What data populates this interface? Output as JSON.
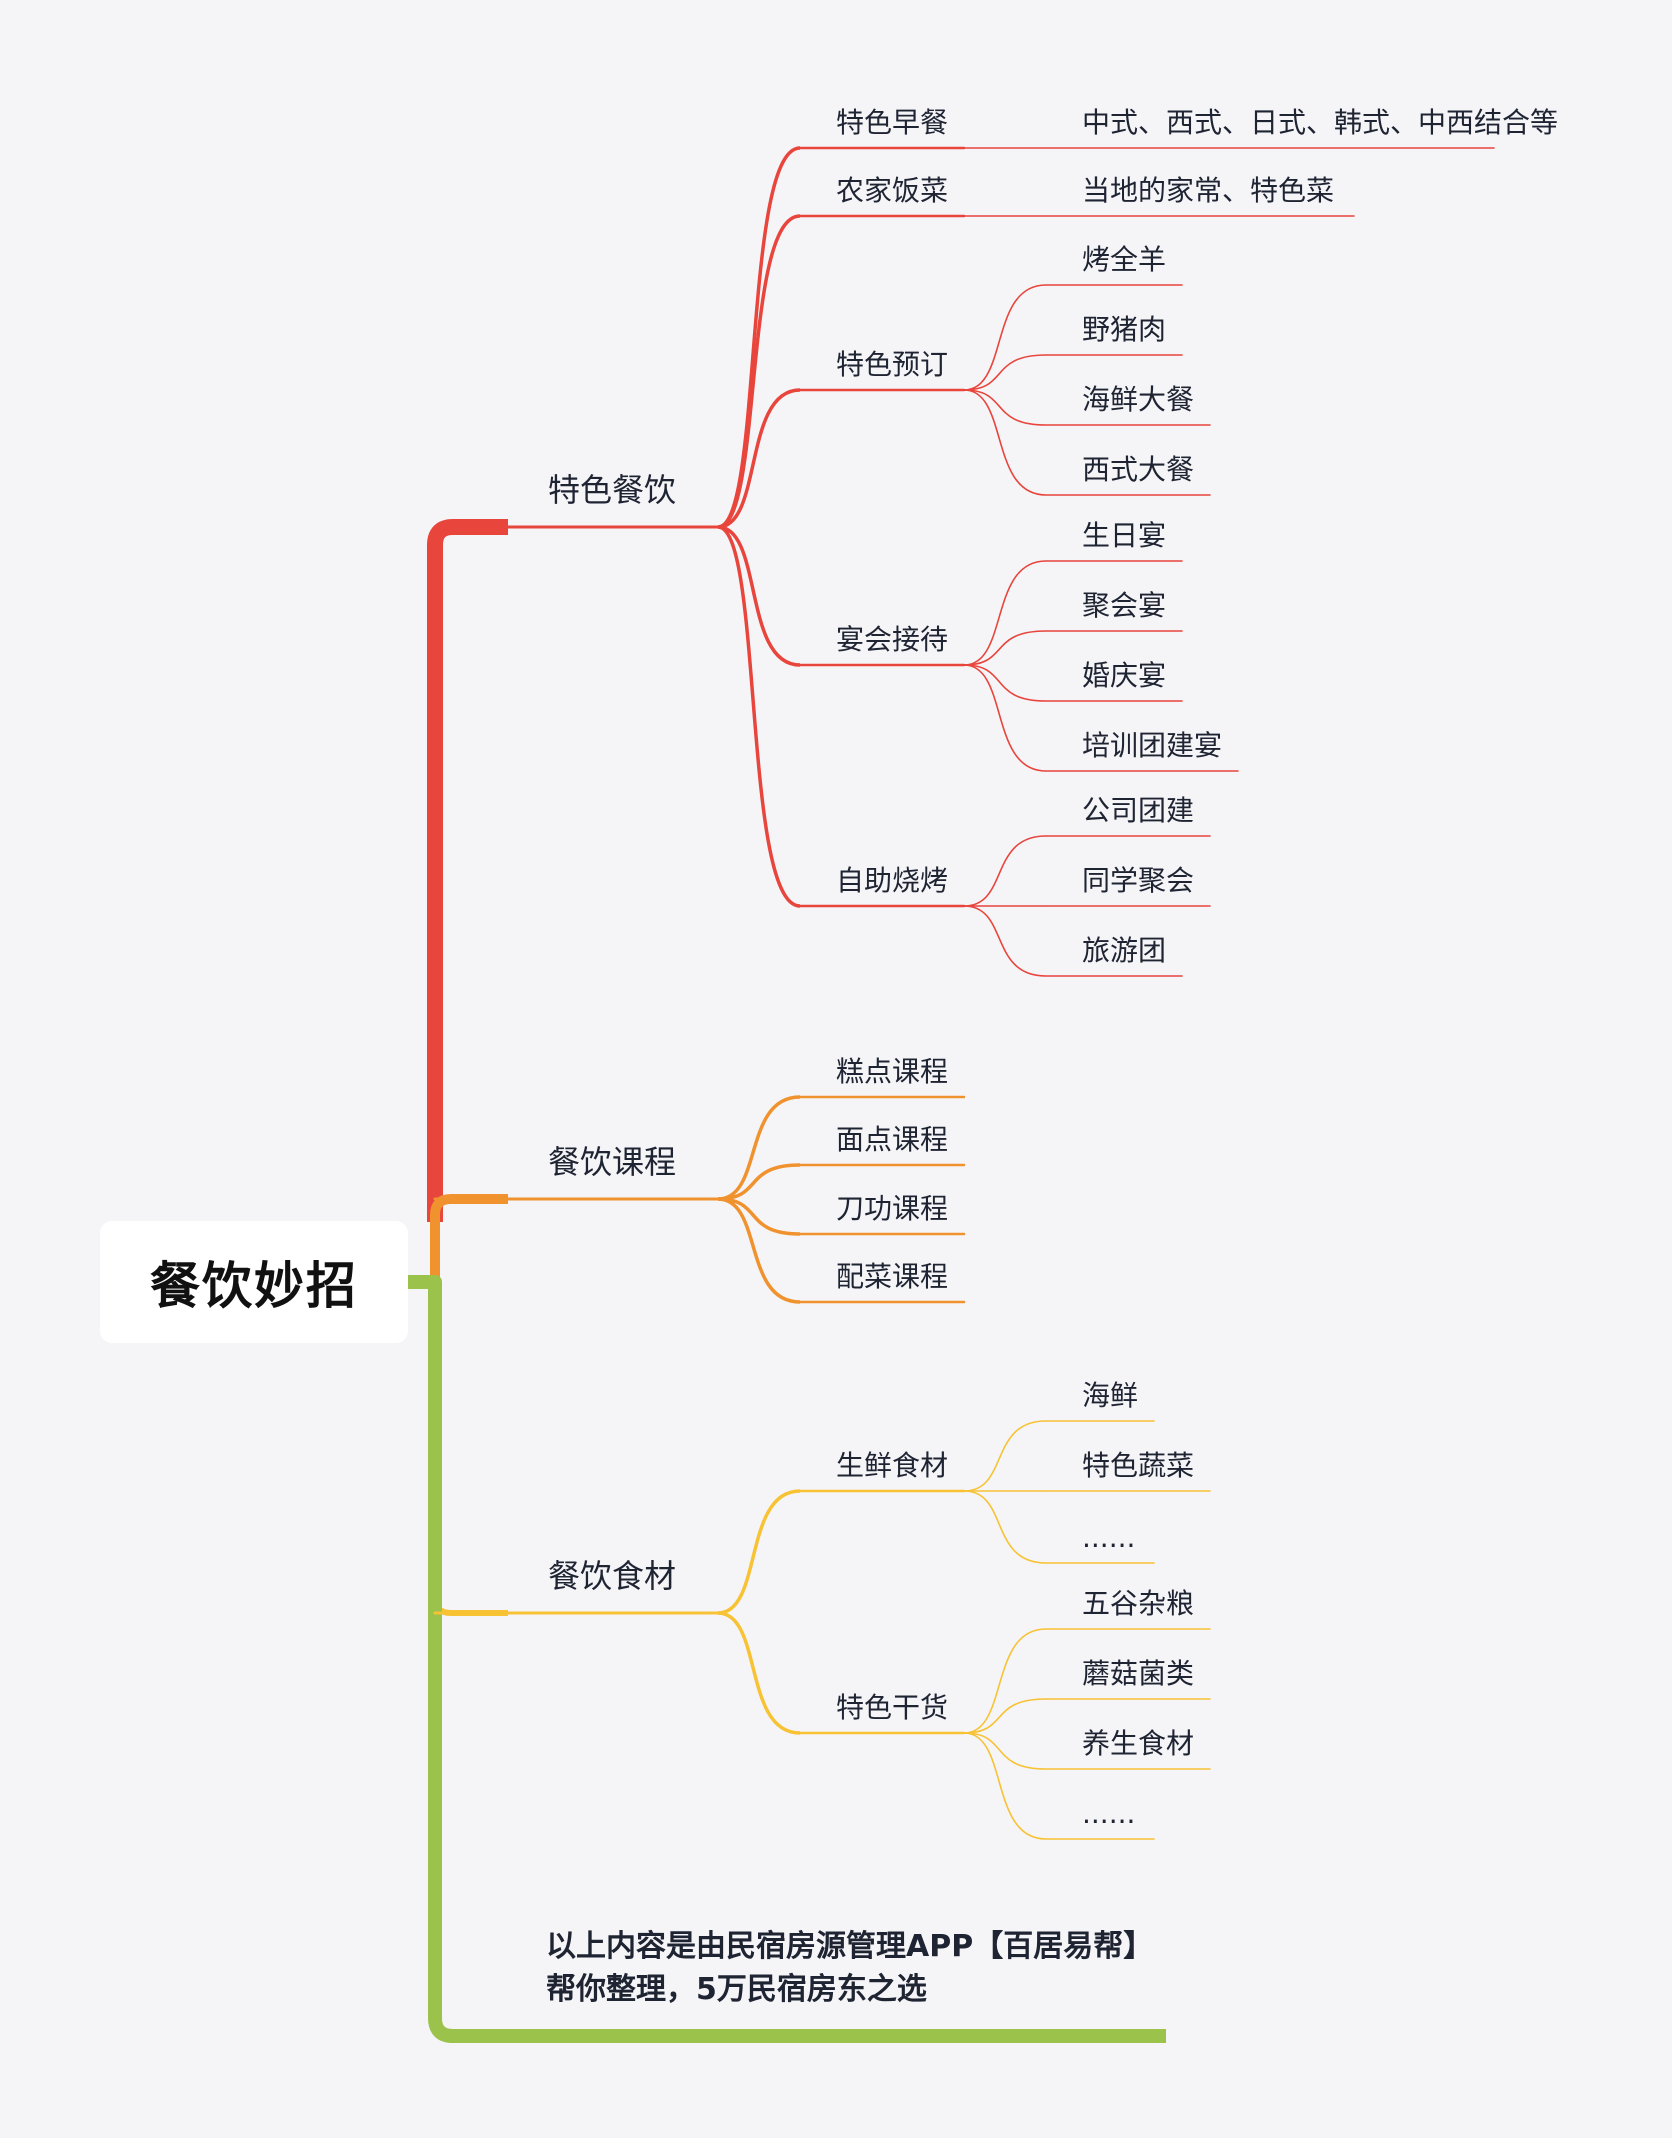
{
  "root": {
    "label": "餐饮妙招"
  },
  "branches": [
    {
      "label": "特色餐饮",
      "color": "#e8453c",
      "children": [
        {
          "label": "特色早餐",
          "children": [
            {
              "label": "中式、西式、日式、韩式、中西结合等"
            }
          ]
        },
        {
          "label": "农家饭菜",
          "children": [
            {
              "label": "当地的家常、特色菜"
            }
          ]
        },
        {
          "label": "特色预订",
          "children": [
            {
              "label": "烤全羊"
            },
            {
              "label": "野猪肉"
            },
            {
              "label": "海鲜大餐"
            },
            {
              "label": "西式大餐"
            }
          ]
        },
        {
          "label": "宴会接待",
          "children": [
            {
              "label": "生日宴"
            },
            {
              "label": "聚会宴"
            },
            {
              "label": "婚庆宴"
            },
            {
              "label": "培训团建宴"
            }
          ]
        },
        {
          "label": "自助烧烤",
          "children": [
            {
              "label": "公司团建"
            },
            {
              "label": "同学聚会"
            },
            {
              "label": "旅游团"
            }
          ]
        }
      ]
    },
    {
      "label": "餐饮课程",
      "color": "#f0922e",
      "children": [
        {
          "label": "糕点课程",
          "children": []
        },
        {
          "label": "面点课程",
          "children": []
        },
        {
          "label": "刀功课程",
          "children": []
        },
        {
          "label": "配菜课程",
          "children": []
        }
      ]
    },
    {
      "label": "餐饮食材",
      "color": "#f7c234",
      "children": [
        {
          "label": "生鲜食材",
          "children": [
            {
              "label": "海鲜"
            },
            {
              "label": "特色蔬菜"
            },
            {
              "label": "......"
            }
          ]
        },
        {
          "label": "特色干货",
          "children": [
            {
              "label": "五谷杂粮"
            },
            {
              "label": "蘑菇菌类"
            },
            {
              "label": "养生食材"
            },
            {
              "label": "......"
            }
          ]
        }
      ]
    }
  ],
  "note": {
    "text": "以上内容是由民宿房源管理APP【百居易帮】帮你整理，5万民宿房东之选",
    "color": "#9bc24a"
  }
}
